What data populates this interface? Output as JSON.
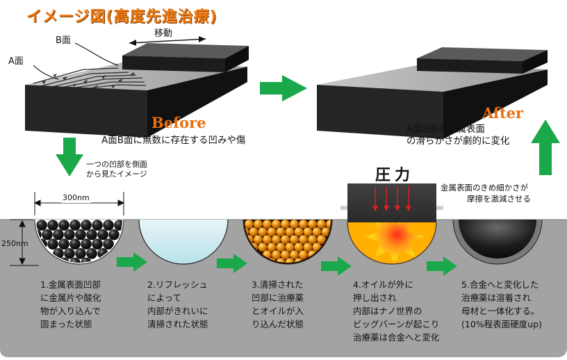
{
  "title": "イメージ図(高度先進治療)",
  "top": {
    "label_b_face": "B面",
    "label_a_face": "A面",
    "label_move": "移動",
    "label_before": "Before",
    "label_after": "After",
    "before_caption": "A面B面に無数に存在する凹みや傷",
    "after_caption_lines": [
      "A面B面の金属表面",
      "の滑らかさが劇的に変化"
    ],
    "side_view_note_lines": [
      "一つの凹部を側面",
      "から見たイメージ"
    ]
  },
  "dimensions": {
    "width_label": "300nm",
    "depth_label": "250nm"
  },
  "pressure_label": "圧力",
  "friction_note_lines": [
    "金属表面のきめ細かさが",
    "摩擦を激減させる"
  ],
  "steps": [
    {
      "lines": [
        "1.金属表面凹部",
        "に金属片や酸化",
        "物が入り込んで",
        "固まった状態"
      ]
    },
    {
      "lines": [
        "2.リフレッシュ",
        "によって",
        "内部がきれいに",
        "清掃された状態"
      ]
    },
    {
      "lines": [
        "3.清掃された",
        "凹部に治療薬",
        "とオイルが入",
        "り込んだ状態"
      ]
    },
    {
      "lines": [
        "4.オイルが外に",
        "押し出され",
        "内部はナノ世界の",
        "ビッグバーンが起こり",
        "治療薬は合金へと変化"
      ]
    },
    {
      "lines": [
        "5.合金へと変化した",
        "治療薬は溶着され",
        "母材と一体化する。",
        "(10%程表面硬度up)"
      ]
    }
  ],
  "colors": {
    "title": "#f07a10",
    "arrow_green": "#1aa84a",
    "ground": "#a3a3a3",
    "block_dark": "#262626",
    "highlight_orange": "#f07a10"
  }
}
